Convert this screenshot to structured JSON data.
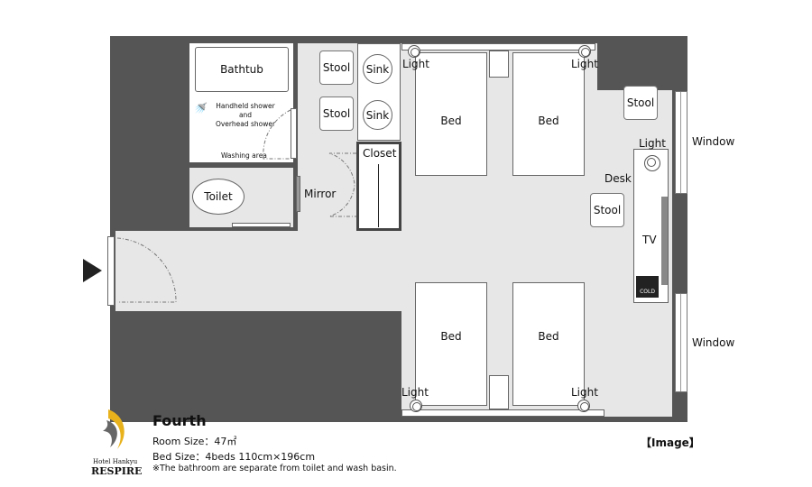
{
  "plan": {
    "bathtub": "Bathtub",
    "shower": [
      "Handheld shower",
      "and",
      "Overhead shower"
    ],
    "washing_area": "Washing area",
    "toilet": "Toilet",
    "mirror": "Mirror",
    "closet": "Closet",
    "sinks": [
      "Sink",
      "Sink"
    ],
    "stools": [
      "Stool",
      "Stool",
      "Stool",
      "Stool"
    ],
    "beds": [
      "Bed",
      "Bed",
      "Bed",
      "Bed"
    ],
    "lights": [
      "Light",
      "Light",
      "Light",
      "Light",
      "Light"
    ],
    "desk": "Desk",
    "tv": "TV",
    "fridge": "COLD",
    "windows": [
      "Window",
      "Window"
    ]
  },
  "info": {
    "logo": [
      "Hotel Hankyu",
      "RESPIRE"
    ],
    "title": "Fourth",
    "room_size": "Room Size：47㎡",
    "bed_size": "Bed Size：4beds 110cm×196cm",
    "note": "※The bathroom are separate from toilet and wash basin.",
    "image_label": "【Image】"
  },
  "colors": {
    "wall": "#555555",
    "floor": "#e7e7e8",
    "logo_yellow": "#e8b21c",
    "logo_gray": "#666666"
  }
}
